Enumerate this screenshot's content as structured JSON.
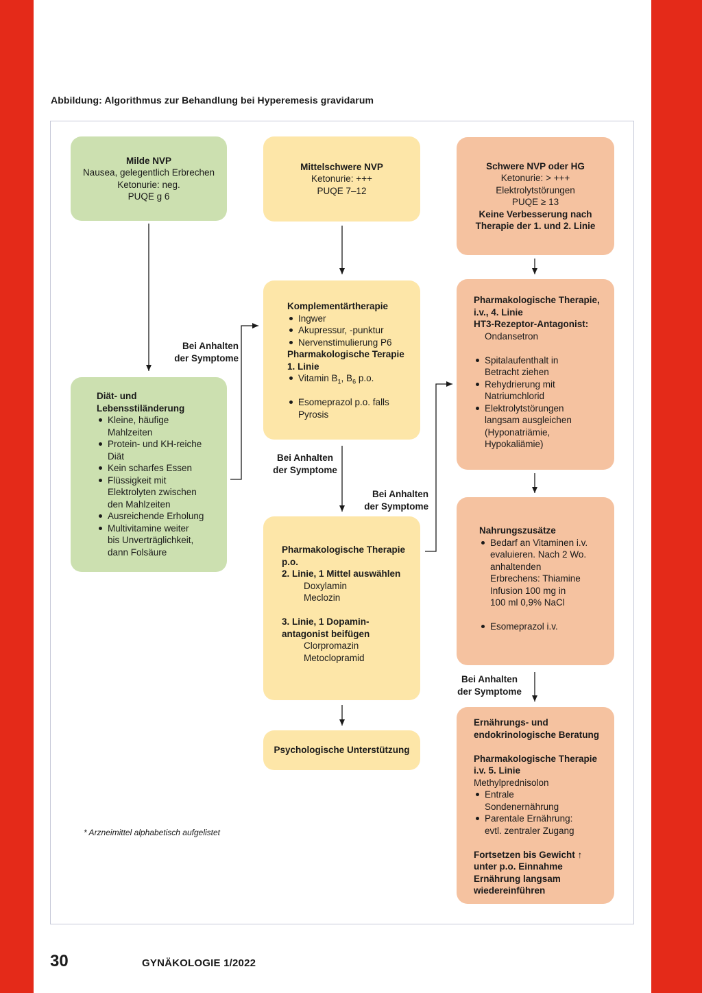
{
  "figure_title": "Abbildung: Algorithmus zur Behandlung bei Hyperemesis gravidarum",
  "boxes": {
    "milde": {
      "title": "Milde NVP",
      "lines": [
        "Nausea, gelegentlich Erbrechen",
        "Ketonurie: neg.",
        "PUQE g 6"
      ]
    },
    "mittelschwere": {
      "title": "Mittelschwere NVP",
      "lines": [
        "Ketonurie: +++",
        "PUQE 7–12"
      ]
    },
    "schwere": {
      "title": "Schwere NVP oder HG",
      "lines": [
        "Ketonurie: > +++",
        "Elektrolytstörungen",
        "PUQE ≥ 13"
      ],
      "bold_lines": [
        "Keine Verbesserung nach",
        "Therapie der 1. und 2. Linie"
      ]
    },
    "diaet": {
      "title_line1": "Diät- und",
      "title_line2": "Lebensstiländerung",
      "items": [
        [
          "Kleine, häufige",
          "Mahlzeiten"
        ],
        [
          "Protein- und KH-reiche",
          "Diät"
        ],
        [
          "Kein scharfes Essen"
        ],
        [
          "Flüssigkeit mit",
          "Elektrolyten zwischen",
          "den Mahlzeiten"
        ],
        [
          "Ausreichende Erholung"
        ],
        [
          "Multivitamine weiter",
          "bis Unverträglichkeit,",
          "dann Folsäure"
        ]
      ]
    },
    "komplement": {
      "title": "Komplementärtherapie",
      "items": [
        "Ingwer",
        "Akupressur, -punktur",
        "Nervenstimulierung P6"
      ],
      "pharm_title_1": "Pharmakologische Terapie",
      "pharm_title_2": "1. Linie",
      "vitamin_prefix": "Vitamin B",
      "vitamin_sub1": "1",
      "vitamin_mid": ", B",
      "vitamin_sub2": "6",
      "vitamin_suffix": " p.o.",
      "esomeprazol_1": "Esomeprazol p.o. falls",
      "esomeprazol_2": "Pyrosis"
    },
    "pharm_po": {
      "title_1": "Pharmakologische Therapie",
      "title_2": "p.o.",
      "line2_title": "2. Linie, 1 Mittel auswählen",
      "line2_drugs": [
        "Doxylamin",
        "Meclozin"
      ],
      "line3_title_1": "3. Linie, 1 Dopamin-",
      "line3_title_2": "antagonist beifügen",
      "line3_drugs": [
        "Clorpromazin",
        "Metoclopramid"
      ]
    },
    "psycho": {
      "title": "Psychologische Unterstützung"
    },
    "pharm_iv4": {
      "title_1": "Pharmakologische Therapie,",
      "title_2": "i.v., 4. Linie",
      "title_3": "HT3-Rezeptor-Antagonist:",
      "drug": "Ondansetron",
      "items": [
        [
          "Spitalaufenthalt in",
          "Betracht ziehen"
        ],
        [
          "Rehydrierung mit",
          "Natriumchlorid"
        ],
        [
          "Elektrolytstörungen",
          "langsam ausgleichen",
          "(Hyponatriämie,",
          "Hypokaliämie)"
        ]
      ]
    },
    "nahrung": {
      "title": "Nahrungszusätze",
      "item1": [
        "Bedarf an Vitaminen i.v.",
        "evaluieren. Nach 2 Wo.",
        "anhaltenden",
        "Erbrechens: Thiamine",
        "Infusion 100 mg in",
        "100 ml 0,9% NaCl"
      ],
      "item2": "Esomeprazol i.v."
    },
    "ernaehrung": {
      "title_1": "Ernährungs- und",
      "title_2": "endokrinologische Beratung",
      "pharm_1": "Pharmakologische Therapie",
      "pharm_2": "i.v. 5. Linie",
      "drug": "Methylprednisolon",
      "items": [
        [
          "Entrale",
          "Sondenernährung"
        ],
        [
          "Parentale Ernährung:",
          "evtl. zentraler Zugang"
        ]
      ],
      "final": [
        "Fortsetzen bis Gewicht ↑",
        "unter p.o. Einnahme",
        "Ernährung langsam",
        "wiedereinführen"
      ]
    }
  },
  "labels": {
    "persist_1": [
      "Bei Anhalten",
      "der Symptome"
    ],
    "persist_2": [
      "Bei Anhalten",
      "der Symptome"
    ],
    "persist_3": [
      "Bei Anhalten",
      "der Symptome"
    ],
    "persist_4": [
      "Bei Anhalten",
      "der Symptome"
    ]
  },
  "footnote": "* Arzneimittel alphabetisch aufgelistet",
  "page_number": "30",
  "journal": "GYNÄKOLOGIE 1/2022",
  "colors": {
    "side_bar": "#e42a19",
    "green": "#cce0b0",
    "yellow": "#fde6a8",
    "orange": "#f5c2a0"
  }
}
